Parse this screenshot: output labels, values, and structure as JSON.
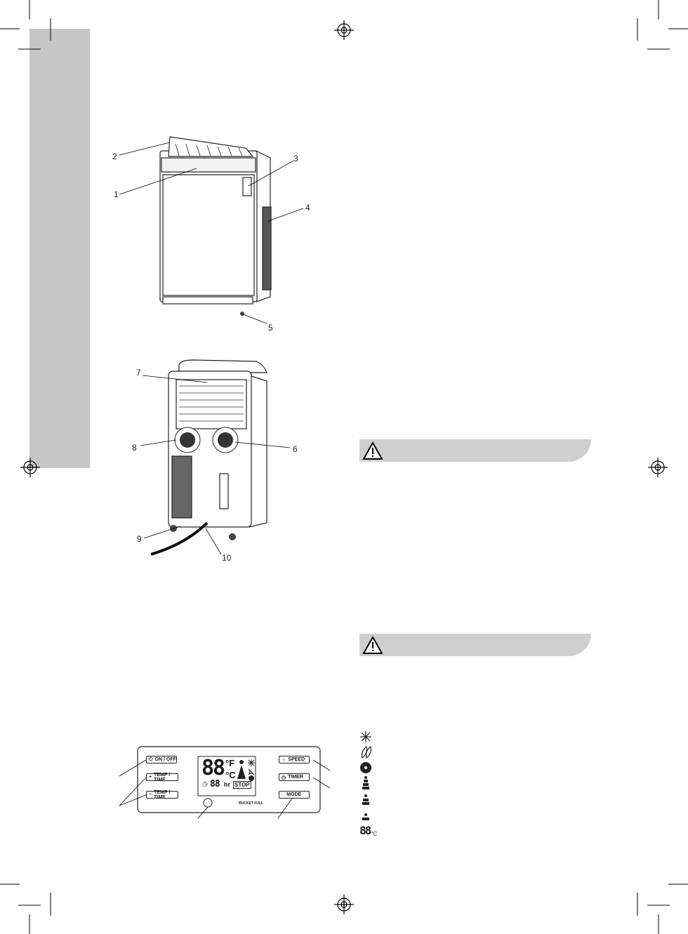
{
  "diagram_front": {
    "callouts": [
      "1",
      "2",
      "3",
      "4",
      "5"
    ]
  },
  "diagram_back": {
    "callouts": [
      "6",
      "7",
      "8",
      "9",
      "10"
    ]
  },
  "control_panel": {
    "buttons_left": [
      {
        "label": "ON / OFF",
        "icon": "power-icon"
      },
      {
        "label": "TEMP / TIME",
        "icon": "plus-icon"
      },
      {
        "label": "TEMP / TIME",
        "icon": "minus-icon"
      }
    ],
    "buttons_right": [
      {
        "label": "SPEED",
        "icon": "fan-speed-icon"
      },
      {
        "label": "TIMER",
        "icon": "clock-icon"
      },
      {
        "label": "MODE",
        "icon": "mode-icon"
      }
    ],
    "display": {
      "temp": "88",
      "unit_f": "°F",
      "unit_c": "°C",
      "timer": "88",
      "timer_unit": "hr",
      "stop": "STOP",
      "bucket_full": "BUCKET FULL"
    }
  },
  "legend": {
    "temp_display": "88",
    "temp_unit": "°C",
    "icons": [
      "cool-icon",
      "dehumidify-icon",
      "fan-icon",
      "speed-high-icon",
      "speed-medium-icon",
      "speed-low-icon"
    ]
  }
}
